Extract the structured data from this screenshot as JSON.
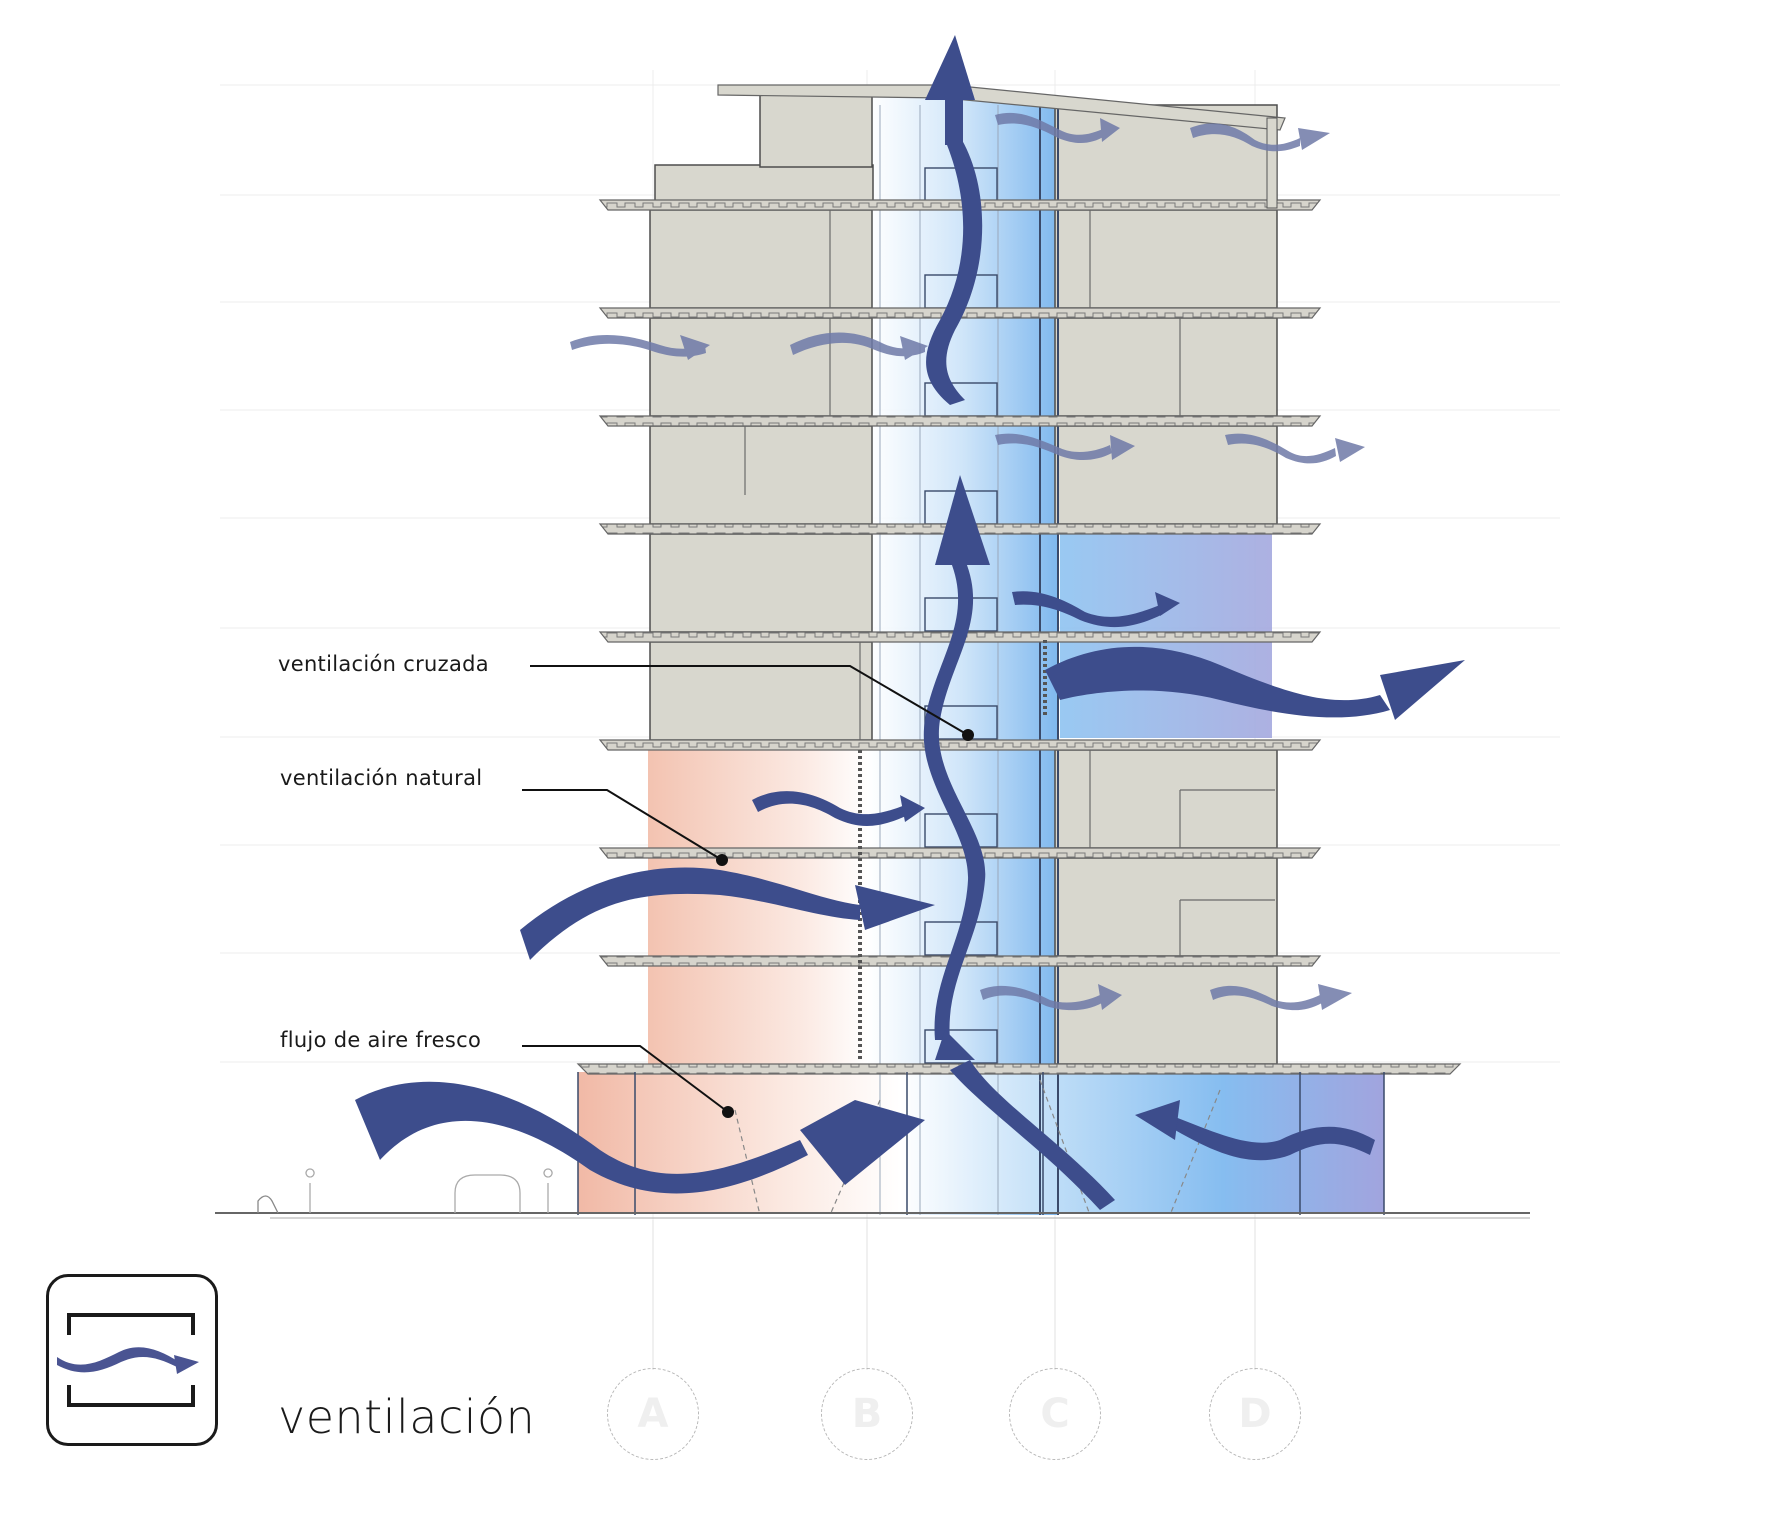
{
  "legend": {
    "title": "ventilación",
    "icon": "ventilation-flow-icon"
  },
  "annotations": [
    {
      "id": "cross",
      "label": "ventilación cruzada"
    },
    {
      "id": "natural",
      "label": "ventilación natural"
    },
    {
      "id": "fresh",
      "label": "flujo de aire fresco"
    }
  ],
  "grid_axes": [
    "A",
    "B",
    "C",
    "D"
  ],
  "colors": {
    "arrow": "#3d4d8c",
    "arrow_light": "#6f7aa8",
    "slab": "#d3d1c9",
    "room_fill": "#d9d8cf",
    "atrium_blue": "#8fc3f0",
    "warm_zone": "#f2c2b0",
    "cool_zone": "#9fa8e0",
    "line": "#555555"
  },
  "building": {
    "floors": 10,
    "description": "Section of a mid-rise building showing airflow"
  }
}
